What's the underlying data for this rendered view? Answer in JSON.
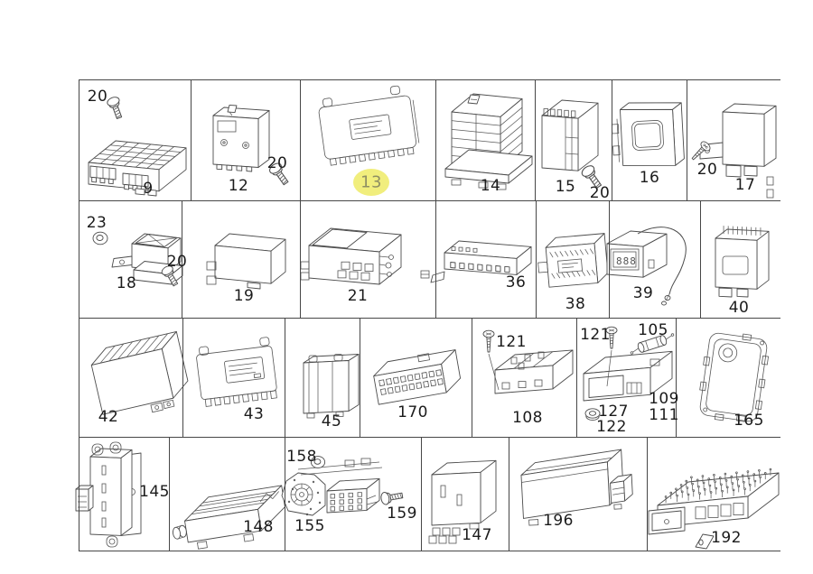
{
  "diagram": {
    "kind": "parts-catalog-grid",
    "highlighted_part": "13"
  },
  "highlight": {
    "part": "13",
    "fill": "#f1ee7d",
    "text_color": "#8f8f63"
  },
  "cells": {
    "c9": {
      "bolt": "20",
      "part": "9"
    },
    "c12": {
      "part": "12",
      "bolt": "20"
    },
    "c13": {
      "part": "13"
    },
    "c14": {
      "part": "14"
    },
    "c15": {
      "part": "15",
      "bolt": "20"
    },
    "c16": {
      "part": "16"
    },
    "c17": {
      "screw": "20",
      "part": "17"
    },
    "c18": {
      "grommet": "23",
      "part": "18",
      "bolt": "20"
    },
    "c19": {
      "part": "19"
    },
    "c21": {
      "part": "21"
    },
    "c36": {
      "part": "36"
    },
    "c38": {
      "part": "38"
    },
    "c39": {
      "part": "39",
      "display": "888"
    },
    "c40": {
      "part": "40"
    },
    "c42": {
      "part": "42"
    },
    "c43": {
      "part": "43"
    },
    "c45": {
      "part": "45"
    },
    "c170": {
      "part": "170"
    },
    "c108": {
      "screw": "121",
      "part": "108"
    },
    "c111": {
      "screw": "121",
      "fuse": "105",
      "bracket_a": "109",
      "bracket_b": "111",
      "nut_a": "127",
      "nut_b": "122"
    },
    "c165": {
      "part": "165"
    },
    "c145": {
      "part": "145"
    },
    "c148": {
      "part": "148"
    },
    "c155": {
      "grommet": "158",
      "part": "155",
      "bolt": "159"
    },
    "c147": {
      "part": "147"
    },
    "c196": {
      "part": "196"
    },
    "c192": {
      "part": "192"
    }
  }
}
